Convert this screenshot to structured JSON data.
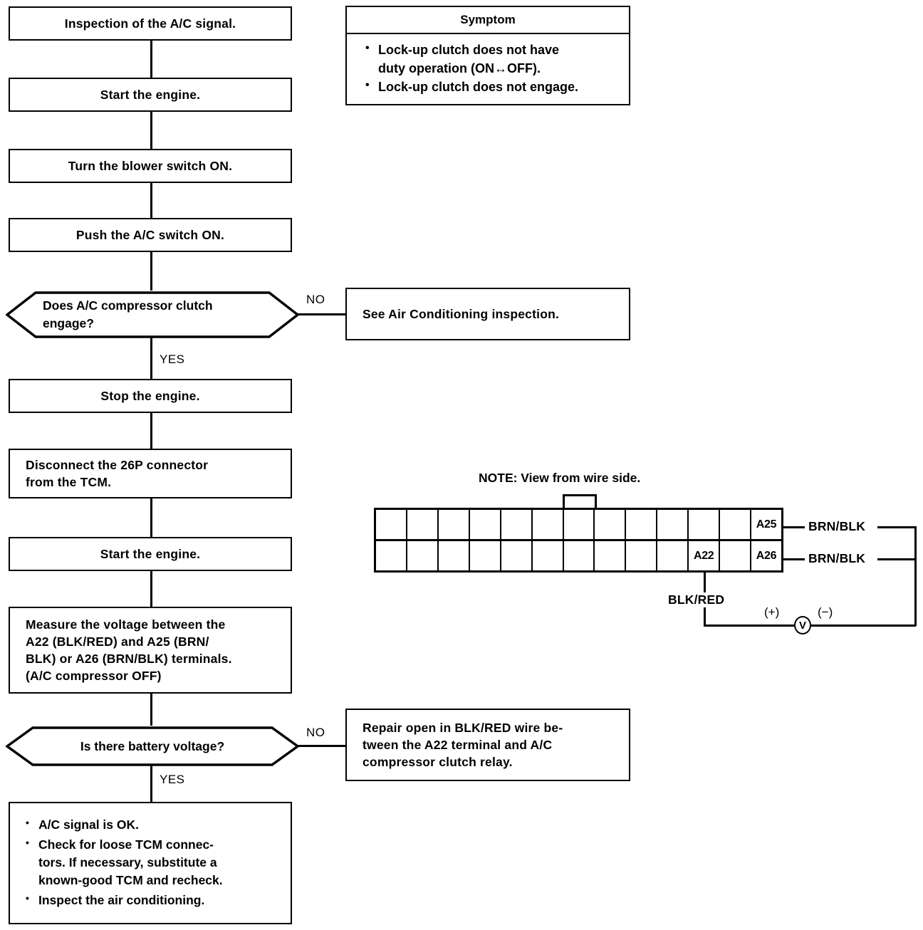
{
  "title": "Inspection of the A/C signal - troubleshooting flowchart",
  "symptom": {
    "header": "Symptom",
    "items": [
      "Lock-up clutch does not have\nduty operation (ON↔OFF).",
      "Lock-up clutch does not engage."
    ]
  },
  "flow": {
    "step_inspection": "Inspection of the A/C signal.",
    "step_start_engine_1": "Start the engine.",
    "step_blower_on": "Turn the blower switch ON.",
    "step_ac_switch_on": "Push the A/C switch ON.",
    "decision_clutch_engage": "Does A/C compressor clutch\nengage?",
    "result_see_ac": "See Air Conditioning inspection.",
    "step_stop_engine": "Stop the engine.",
    "step_disconnect": "Disconnect  the  26P  connector\nfrom the TCM.",
    "step_start_engine_2": "Start the engine.",
    "step_measure": "Measure the voltage between the\nA22 (BLK/RED) and  A25 (BRN/\nBLK) or A26 (BRN/BLK) terminals.\n(A/C compressor OFF)",
    "decision_battery_voltage": "Is there battery voltage?",
    "result_repair_open": "Repair open in BLK/RED wire be-\ntween the A22 terminal and A/C\ncompressor clutch relay.",
    "final_items": [
      "A/C signal is OK.",
      "Check for loose TCM connec-\ntors. If necessary, substitute a\nknown-good TCM and recheck.",
      "Inspect the air conditioning."
    ],
    "label_no": "NO",
    "label_yes": "YES"
  },
  "connector": {
    "note": "NOTE: View from wire side.",
    "columns": 13,
    "top_row": [
      "",
      "",
      "",
      "",
      "",
      "",
      "",
      "",
      "",
      "",
      "",
      "",
      "A25"
    ],
    "bottom_row": [
      "",
      "",
      "",
      "",
      "",
      "",
      "",
      "",
      "",
      "",
      "A22",
      "",
      "A26"
    ],
    "wire_a25": "BRN/BLK",
    "wire_a26": "BRN/BLK",
    "wire_a22": "BLK/RED",
    "meter_positive": "(+)",
    "meter_negative": "(−)",
    "meter_symbol": "V"
  },
  "colors": {
    "ink": "#000000",
    "paper": "#ffffff"
  }
}
